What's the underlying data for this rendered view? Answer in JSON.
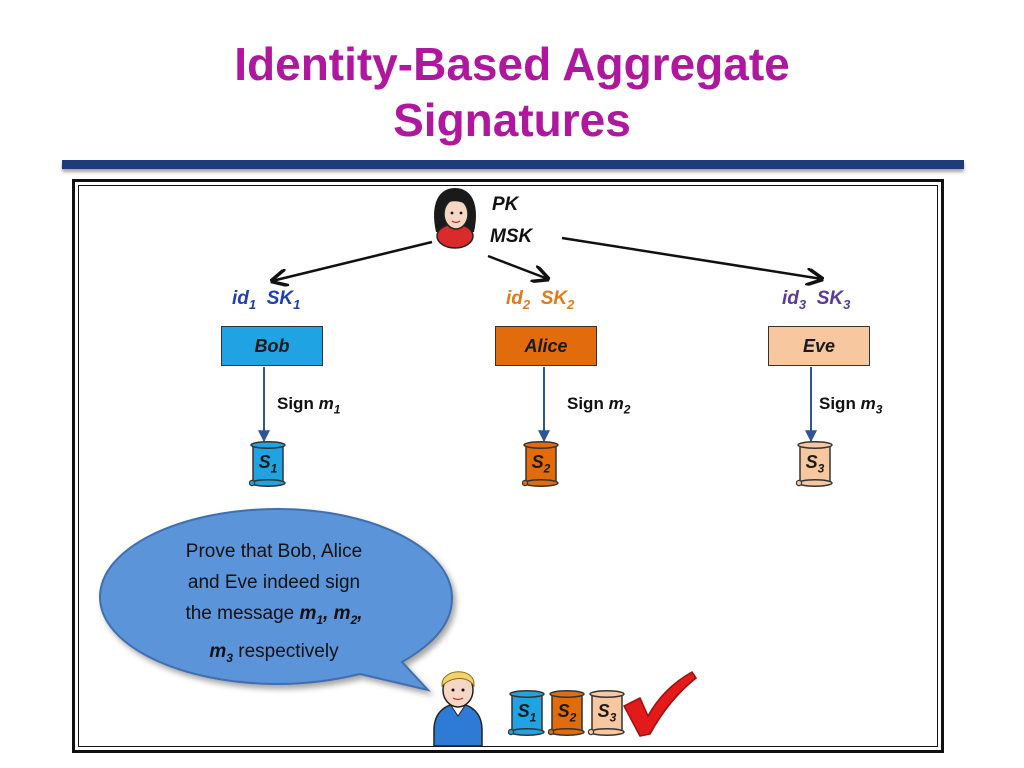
{
  "title": {
    "line1": "Identity-Based Aggregate",
    "line2": "Signatures"
  },
  "colors": {
    "title": "#b0179f",
    "bob": "#1fa3e3",
    "alice": "#e26c0c",
    "eve": "#f7c8a0",
    "id1": "#1f3fb0",
    "id2": "#e07b18",
    "id3": "#5a3a9a",
    "bubble": "#5b94d9",
    "check": "#e21a1a"
  },
  "authority": {
    "pk": "PK",
    "msk": "MSK",
    "icon": "woman-avatar-icon"
  },
  "users": [
    {
      "id": "id",
      "id_sub": "1",
      "sk": "SK",
      "sk_sub": "1",
      "name": "Bob",
      "sign": "Sign ",
      "msg": "m",
      "msg_sub": "1",
      "sig": "S",
      "sig_sub": "1"
    },
    {
      "id": "id",
      "id_sub": "2",
      "sk": "SK",
      "sk_sub": "2",
      "name": "Alice",
      "sign": "Sign ",
      "msg": "m",
      "msg_sub": "2",
      "sig": "S",
      "sig_sub": "2"
    },
    {
      "id": "id",
      "id_sub": "3",
      "sk": "SK",
      "sk_sub": "3",
      "name": "Eve",
      "sign": "Sign ",
      "msg": "m",
      "msg_sub": "3",
      "sig": "S",
      "sig_sub": "3"
    }
  ],
  "bubble": {
    "line1": "Prove that Bob, Alice",
    "line2": "and Eve indeed sign",
    "line3_prefix": "the message ",
    "m1": "m",
    "m1_sub": "1",
    "sep1": ", ",
    "m2": "m",
    "m2_sub": "2",
    "sep2": ",",
    "m3": "m",
    "m3_sub": "3",
    "suffix": " respectively"
  },
  "verifier": {
    "icon": "boy-avatar-icon",
    "check_icon": "check-mark-icon"
  }
}
